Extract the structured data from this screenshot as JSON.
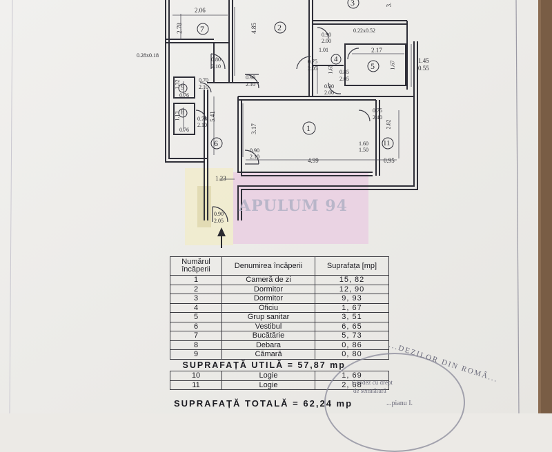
{
  "plan": {
    "rooms": [
      {
        "num": "1"
      },
      {
        "num": "2"
      },
      {
        "num": "3"
      },
      {
        "num": "4"
      },
      {
        "num": "5"
      },
      {
        "num": "6"
      },
      {
        "num": "7"
      },
      {
        "num": "8"
      },
      {
        "num": "9"
      },
      {
        "num": "11"
      }
    ],
    "dims": {
      "d206": "2.06",
      "d278": "2.78",
      "d485": "4.85",
      "d090a": "0.90",
      "d200a": "2.00",
      "d022": "0.22x0.52",
      "d217": "2.17",
      "d145": "1.45",
      "d055": "0.55",
      "d028": "0.28x0.18",
      "d080": "0.80",
      "d210a": "2.10",
      "d101": "1.01",
      "d075a": "0.75",
      "d205a": "2.05",
      "d165": "1.65",
      "d085": "0.85",
      "d205b": "2.05",
      "d167": "1.67",
      "d090b": "0.90",
      "d210b": "2.10",
      "d132": "1.32",
      "d070": "0.70",
      "d210c": "2.10",
      "d076a": "0.76",
      "d090c": "0.90",
      "d200b": "2.00",
      "d075b": "0.75",
      "d240": "2.40",
      "d282": "2.82",
      "d113": "1.13",
      "d078": "0.78",
      "d210d": "2.10",
      "d076b": "0.76",
      "d541": "5.41",
      "d317": "3.17",
      "d160": "1.60",
      "d150": "1.50",
      "d090d": "0.90",
      "d210e": "2.10",
      "d499": "4.99",
      "d095": "0.95",
      "d123": "1.23",
      "d090e": "0.90",
      "d205c": "2.05",
      "d3x": "3."
    }
  },
  "watermark": "APULUM 94",
  "table": {
    "headers": [
      "Numărul încăperii",
      "Denumirea încăperii",
      "Suprafața [mp]"
    ],
    "rows": [
      {
        "n": "1",
        "name": "Cameră de zi",
        "area": "15, 82"
      },
      {
        "n": "2",
        "name": "Dormitor",
        "area": "12, 90"
      },
      {
        "n": "3",
        "name": "Dormitor",
        "area": "9, 93"
      },
      {
        "n": "4",
        "name": "Oficiu",
        "area": "1, 67"
      },
      {
        "n": "5",
        "name": "Grup sanitar",
        "area": "3, 51"
      },
      {
        "n": "6",
        "name": "Vestibul",
        "area": "6, 65"
      },
      {
        "n": "7",
        "name": "Bucătărie",
        "area": "5, 73"
      },
      {
        "n": "8",
        "name": "Debara",
        "area": "0, 86"
      },
      {
        "n": "9",
        "name": "Cămară",
        "area": "0, 80"
      }
    ],
    "useful_label": "SUPRAFAȚĂ UTILĂ = 57,87 mp",
    "extra_rows": [
      {
        "n": "10",
        "name": "Logie",
        "area": "1, 69"
      },
      {
        "n": "11",
        "name": "Logie",
        "area": "2, 68"
      }
    ],
    "total_label": "SUPRAFAȚĂ TOTALĂ = 62,24 mp"
  },
  "stamp": {
    "arc": "...DEZILOR DIN ROMÂ...",
    "line1": "Geodez cu drept",
    "line2": "de semnătură",
    "line3": "...pianu I."
  }
}
